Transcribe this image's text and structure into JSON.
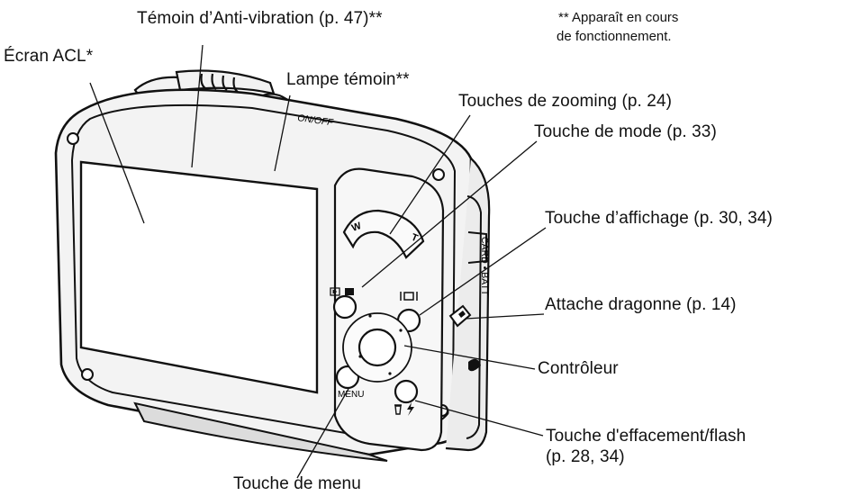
{
  "note": {
    "line1": "** Apparaît en cours",
    "line2": "de fonctionnement."
  },
  "labels": {
    "ecran": "Écran ACL*",
    "anti_vibration": "Témoin d’Anti-vibration (p. 47)**",
    "lampe": "Lampe témoin**",
    "zoom": "Touches de zooming (p. 24)",
    "mode": "Touche de mode (p. 33)",
    "affichage": "Touche d’affichage (p. 30, 34)",
    "dragonne": "Attache dragonne (p. 14)",
    "controleur": "Contrôleur",
    "effacement_line1": "Touche d'effacement/flash",
    "effacement_line2": "(p. 28, 34)",
    "menu": "Touche de menu"
  },
  "camera_markings": {
    "on_off": "ON/OFF",
    "zoom_wide": "W",
    "zoom_tele": "T",
    "menu": "MENU",
    "card_batt": "CARD • BATT"
  },
  "colors": {
    "ink": "#111111",
    "body_fill": "#f3f3f3",
    "screen_fill": "#ffffff"
  }
}
